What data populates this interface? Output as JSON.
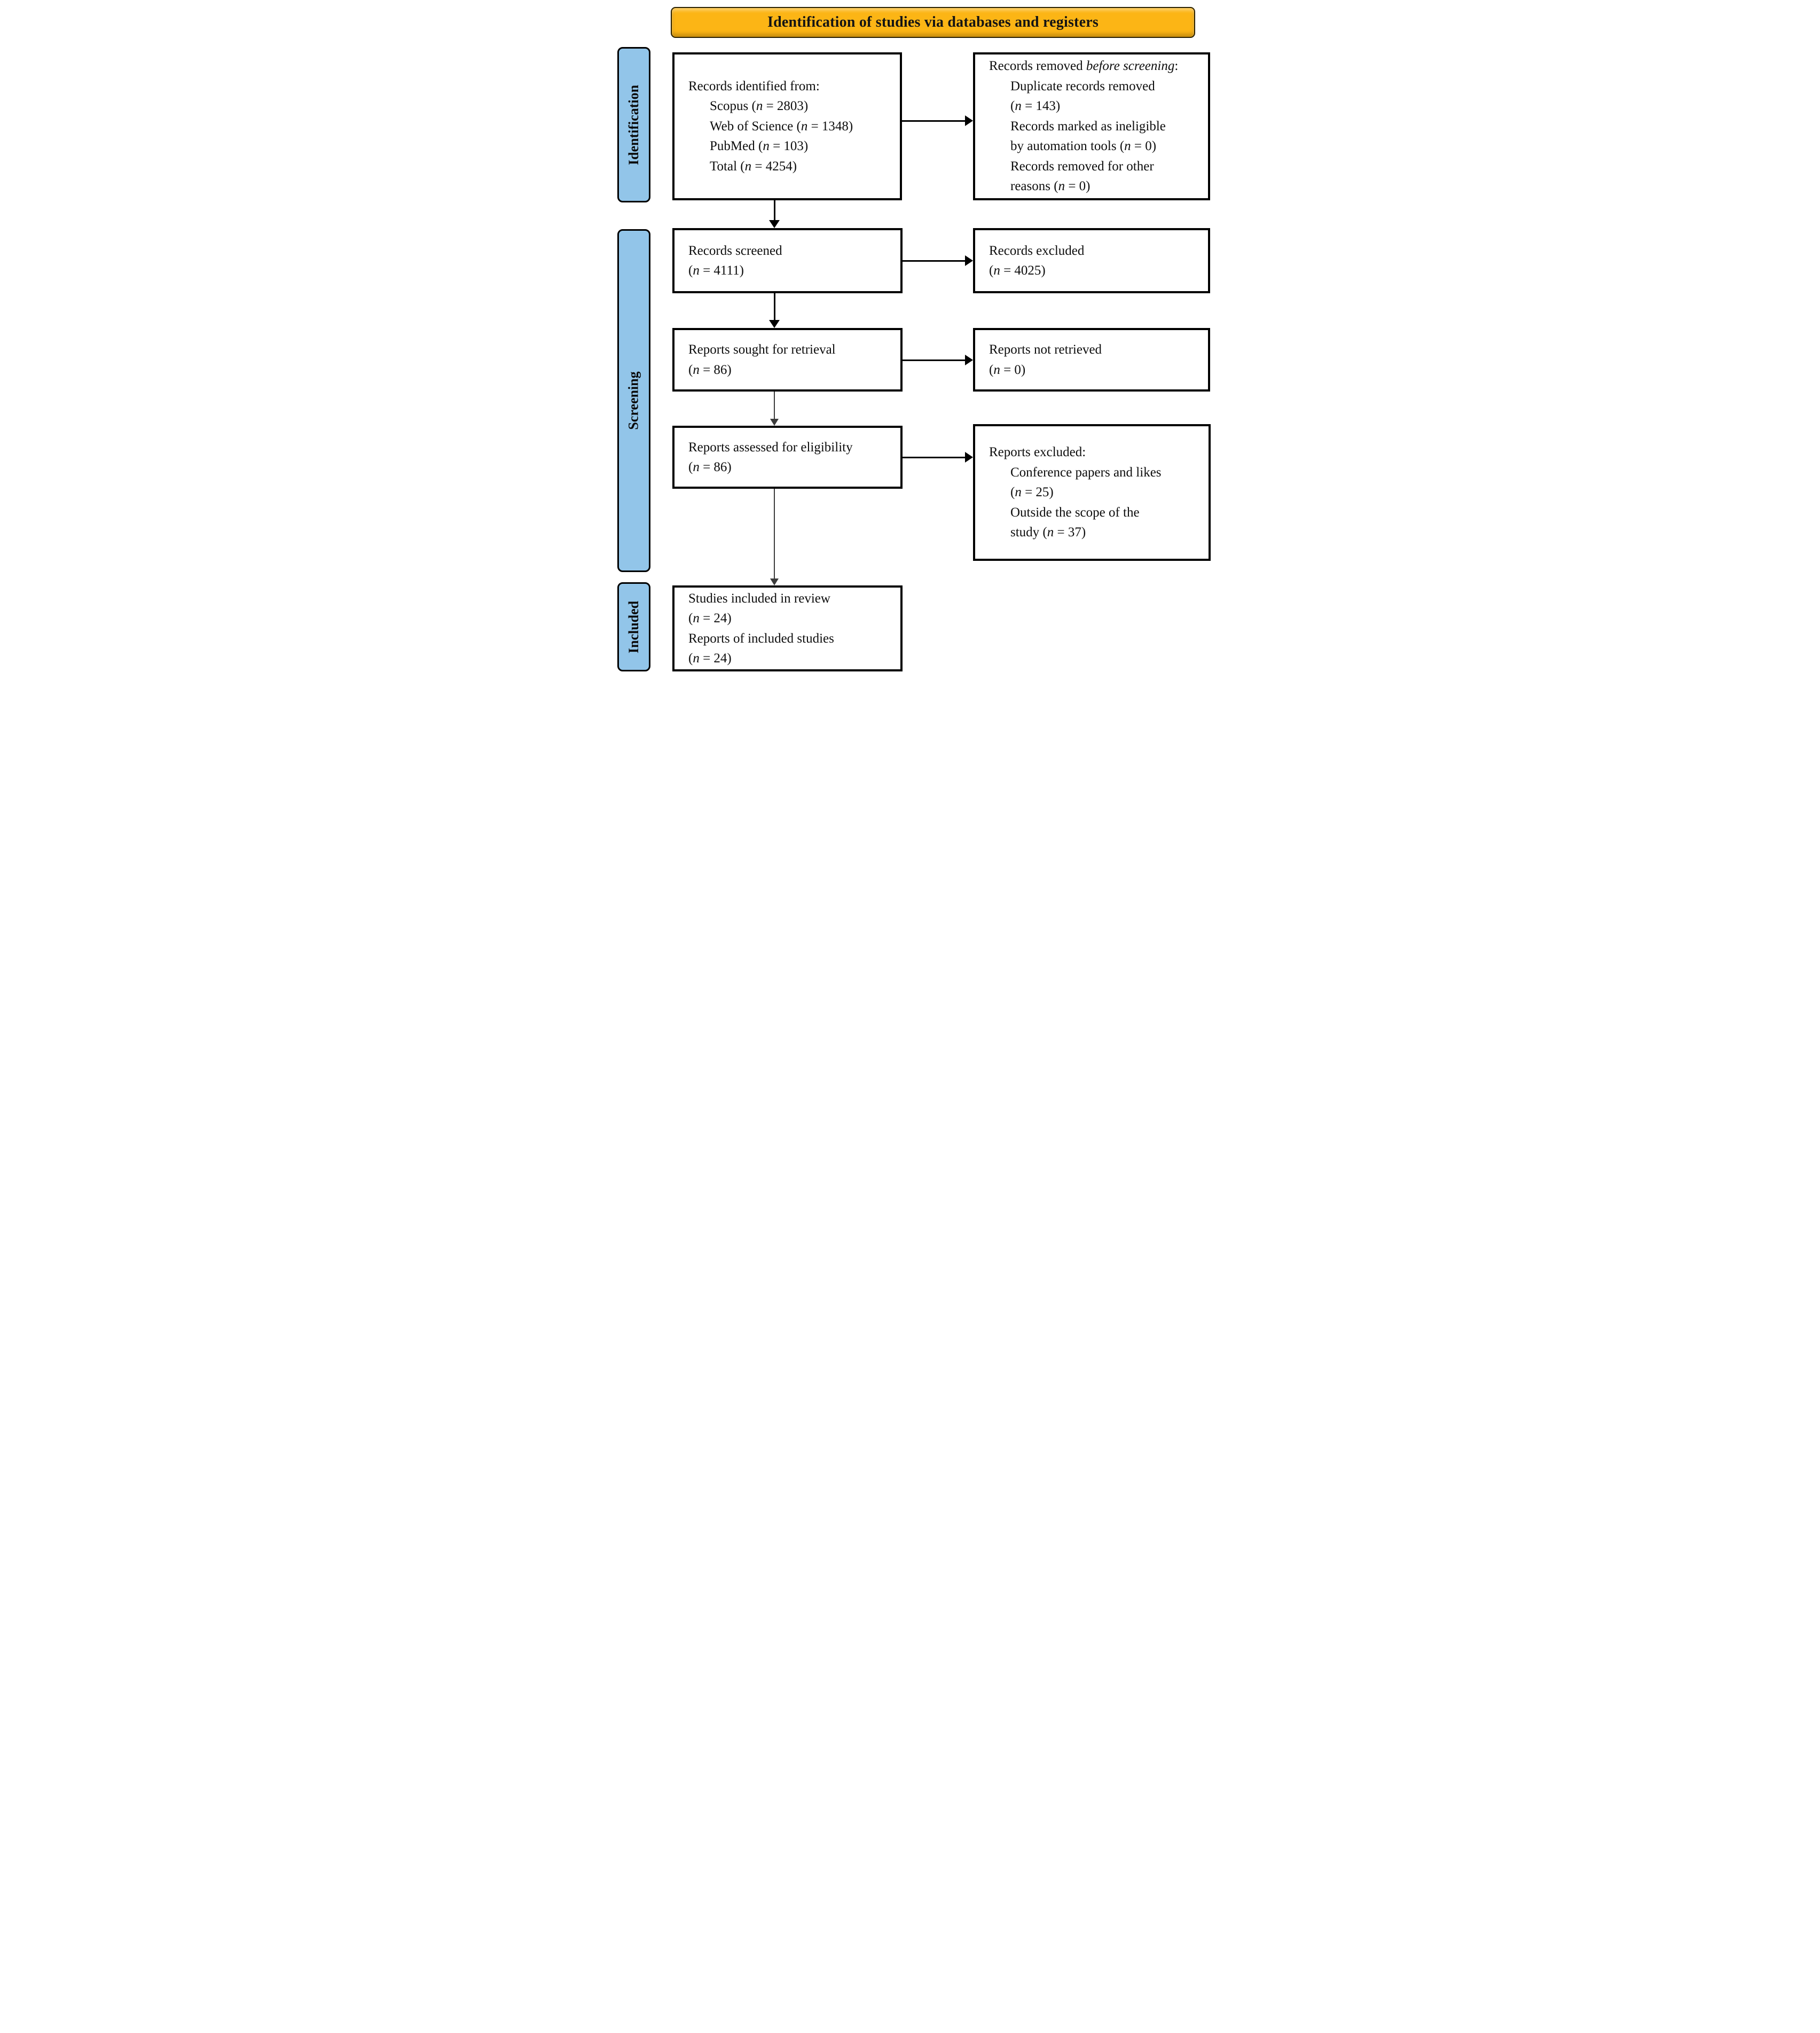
{
  "banner": {
    "label": "Identification of studies via databases and registers"
  },
  "sidebar": [
    {
      "id": "identification",
      "label": "Identification"
    },
    {
      "id": "screening",
      "label": "Screening"
    },
    {
      "id": "included",
      "label": "Included"
    }
  ],
  "boxes": [
    {
      "id": "identified",
      "lines": [
        {
          "t": "Records identified from:"
        },
        {
          "t": "Scopus (*n* = 2803)",
          "indent": true
        },
        {
          "t": "Web of Science (*n* = 1348)",
          "indent": true
        },
        {
          "t": "PubMed (*n* = 103)",
          "indent": true
        },
        {
          "t": "Total (*n* = 4254)",
          "indent": true
        }
      ]
    },
    {
      "id": "removed",
      "lines": [
        {
          "t": "Records removed *before screening*:"
        },
        {
          "t": "Duplicate records removed",
          "indent": true
        },
        {
          "t": "(*n* = 143)",
          "indent": true
        },
        {
          "t": "Records marked as ineligible",
          "indent": true
        },
        {
          "t": "by automation tools (*n* = 0)",
          "indent": true
        },
        {
          "t": "Records removed for other",
          "indent": true
        },
        {
          "t": "reasons (*n* = 0)",
          "indent": true
        }
      ]
    },
    {
      "id": "screened",
      "lines": [
        {
          "t": "Records screened"
        },
        {
          "t": "(*n* = 4111)"
        }
      ]
    },
    {
      "id": "excluded-records",
      "lines": [
        {
          "t": "Records excluded"
        },
        {
          "t": "(*n* = 4025)"
        }
      ]
    },
    {
      "id": "sought",
      "lines": [
        {
          "t": "Reports sought for retrieval"
        },
        {
          "t": "(*n* = 86)"
        }
      ]
    },
    {
      "id": "not-retrieved",
      "lines": [
        {
          "t": "Reports not retrieved"
        },
        {
          "t": "(*n* = 0)"
        }
      ]
    },
    {
      "id": "assessed",
      "lines": [
        {
          "t": "Reports assessed for eligibility"
        },
        {
          "t": "(*n* = 86)"
        }
      ]
    },
    {
      "id": "excluded-reports",
      "lines": [
        {
          "t": "Reports excluded:"
        },
        {
          "t": "Conference papers and likes",
          "indent": true
        },
        {
          "t": "(*n* = 25)",
          "indent": true
        },
        {
          "t": "Outside the scope of the",
          "indent": true
        },
        {
          "t": "study (*n* = 37)",
          "indent": true
        }
      ]
    },
    {
      "id": "included",
      "lines": [
        {
          "t": "Studies included in review"
        },
        {
          "t": "(*n* = 24)"
        },
        {
          "t": "Reports of included studies"
        },
        {
          "t": "(*n* = 24)"
        }
      ]
    }
  ],
  "colors": {
    "banner_fill": "#FCB515",
    "sidebar_fill": "#92C5E9",
    "box_border": "#000000",
    "line": "#000000"
  }
}
